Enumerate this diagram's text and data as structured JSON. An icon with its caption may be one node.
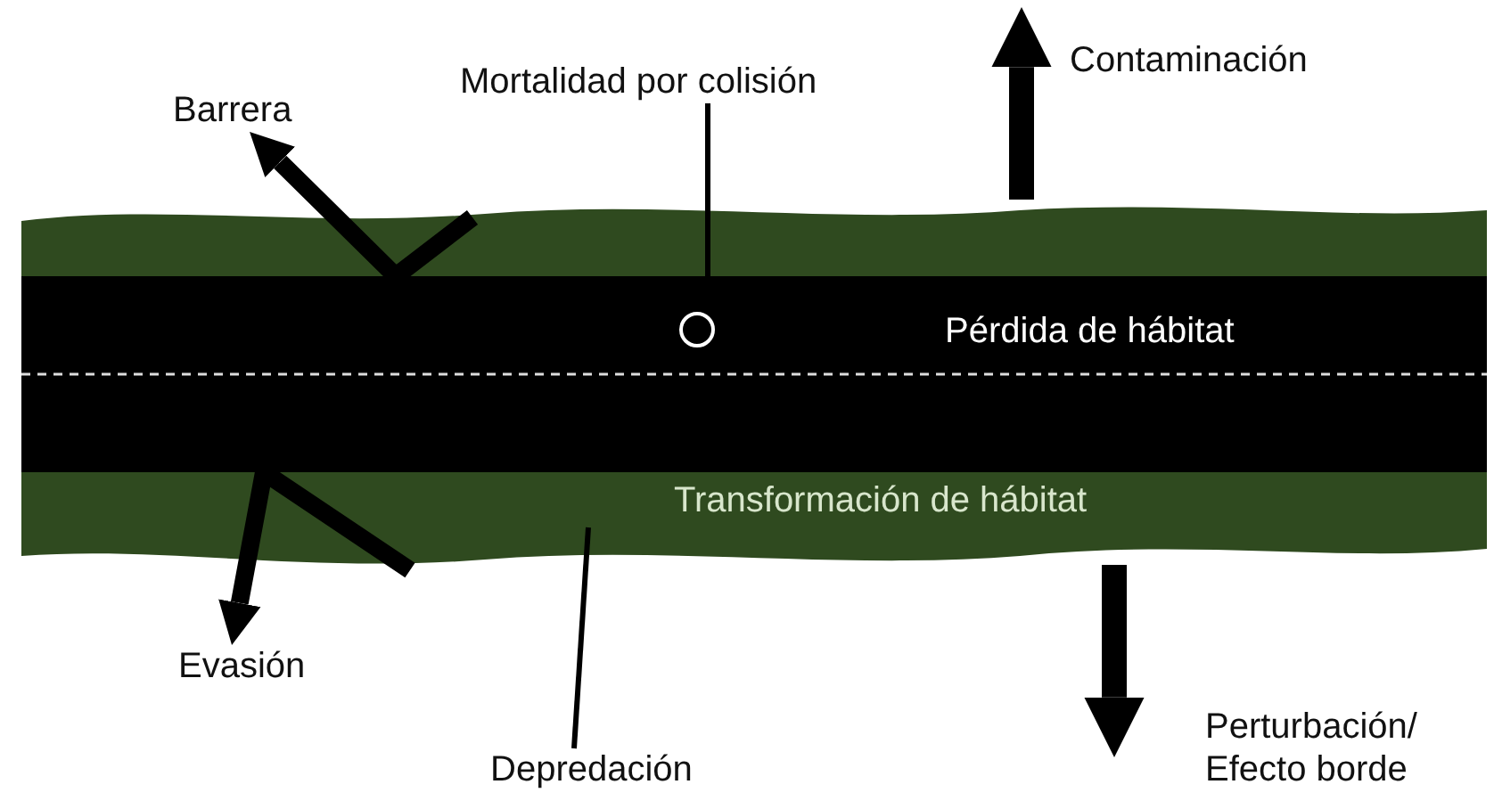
{
  "diagram": {
    "nodes": [
      {
        "text": [
          "Transformación de hábitat"
        ]
      },
      {
        "text": [
          "Pérdida de hábitat"
        ],
        "in": 0
      },
      {
        "text": [],
        "shape": "circle",
        "in": 1
      },
      {
        "text": [
          "Mortalidad por colisión"
        ]
      },
      {
        "text": [
          "Barrera"
        ]
      },
      {
        "text": [
          "Contaminación"
        ]
      },
      {
        "text": [
          "Evasión"
        ]
      },
      {
        "text": [
          "Depredación"
        ]
      },
      {
        "text": [
          "Perturbación/ Efecto borde"
        ]
      }
    ],
    "edges": [
      {
        "from": 3,
        "to": 2,
        "arrow": "none"
      },
      {
        "from": 1,
        "to": 4,
        "arrow": "to"
      },
      {
        "from": 0,
        "to": 5,
        "arrow": "to"
      },
      {
        "from": 1,
        "to": 6,
        "arrow": "to"
      },
      {
        "from": 7,
        "to": 0,
        "arrow": "none"
      },
      {
        "from": 0,
        "to": 8,
        "arrow": "to"
      }
    ]
  }
}
